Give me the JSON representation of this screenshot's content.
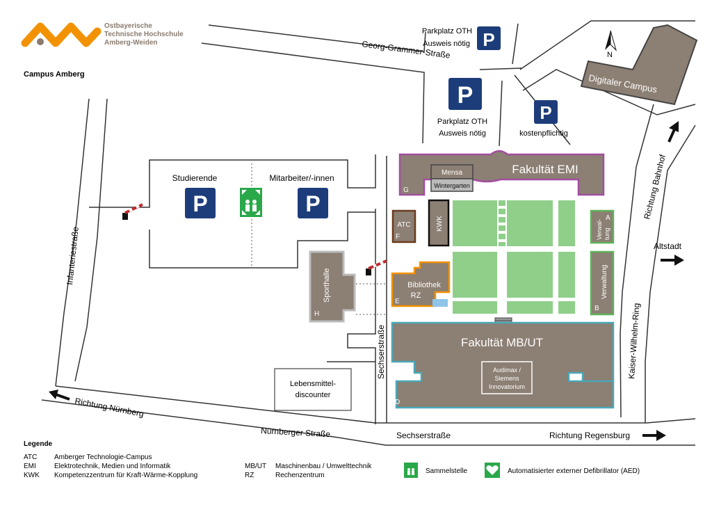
{
  "logo": {
    "line1": "Ostbayerische",
    "line2": "Technische Hochschule",
    "line3": "Amberg-Weiden",
    "brand_color": "#f39200",
    "text_color": "#8a7b6e"
  },
  "campus_title": "Campus Amberg",
  "north_label": "N",
  "streets": {
    "georg_grammer": "Georg-Grammer-Straße",
    "infanterie": "Infanteriestraße",
    "sechser_vertical": "Sechserstraße",
    "sechser_bottom": "Sechserstraße",
    "nuernberger": "Nürnberger Straße",
    "kaiser_wilhelm": "Kaiser-Wilhelm-Ring"
  },
  "directions": {
    "nuernberg": "Richtung Nürnberg",
    "regensburg": "Richtung Regensburg",
    "bahnhof": "Richtung Bahnhof",
    "altstadt": "Altstadt"
  },
  "parking": {
    "symbol": "P",
    "oth_top_line1": "Parkplatz OTH",
    "oth_top_line2": "Ausweis nötig",
    "oth_mid_line1": "Parkplatz OTH",
    "oth_mid_line2": "Ausweis nötig",
    "paid": "kostenpflichtig",
    "students": "Studierende",
    "staff": "Mitarbeiter/-innen"
  },
  "buildings": {
    "digital_campus": "Digitaler Campus",
    "emi": "Fakultät EMI",
    "emi_letter": "G",
    "mensa": "Mensa",
    "wintergarten": "Wintergarten",
    "atc": "ATC",
    "atc_letter": "F",
    "kwk": "KWK",
    "verwaltung_a_line1": "Verwal-",
    "verwaltung_a_line2": "tung",
    "verwaltung_a_letter": "A",
    "verwaltung_b": "Verwaltung",
    "verwaltung_b_letter": "B",
    "sporthalle": "Sporthalle",
    "sporthalle_letter": "H",
    "bibliothek": "Bibliothek",
    "rz": "RZ",
    "bibliothek_letter": "E",
    "mbut": "Fakultät MB/UT",
    "mbut_letter": "D",
    "audimax_line1": "Audimax /",
    "audimax_line2": "Siemens",
    "audimax_line3": "Innovatorium",
    "discounter_line1": "Lebensmittel-",
    "discounter_line2": "discounter"
  },
  "legend": {
    "title": "Legende",
    "entries": [
      {
        "abbr": "ATC",
        "text": "Amberger Technologie-Campus"
      },
      {
        "abbr": "EMI",
        "text": "Elektrotechnik, Medien und Informatik"
      },
      {
        "abbr": "KWK",
        "text": "Kompetenzzentrum für Kraft-Wärme-Kopplung"
      },
      {
        "abbr": "MB/UT",
        "text": "Maschinenbau / Umwelttechnik"
      },
      {
        "abbr": "RZ",
        "text": "Rechenzentrum"
      }
    ],
    "assembly_point": "Sammelstelle",
    "aed": "Automatisierter externer Defibrillator (AED)"
  },
  "colors": {
    "building": "#8c7f73",
    "green": "#8fcf8a",
    "parking_blue": "#1d3d7a",
    "safety_green": "#2aa84a",
    "emi_border": "#a24da0",
    "library_border": "#f39200",
    "mbut_border": "#4aa8b8",
    "verw_border": "#5fb45a",
    "atc_border": "#6b3a1e",
    "water": "#8ec5e8"
  }
}
